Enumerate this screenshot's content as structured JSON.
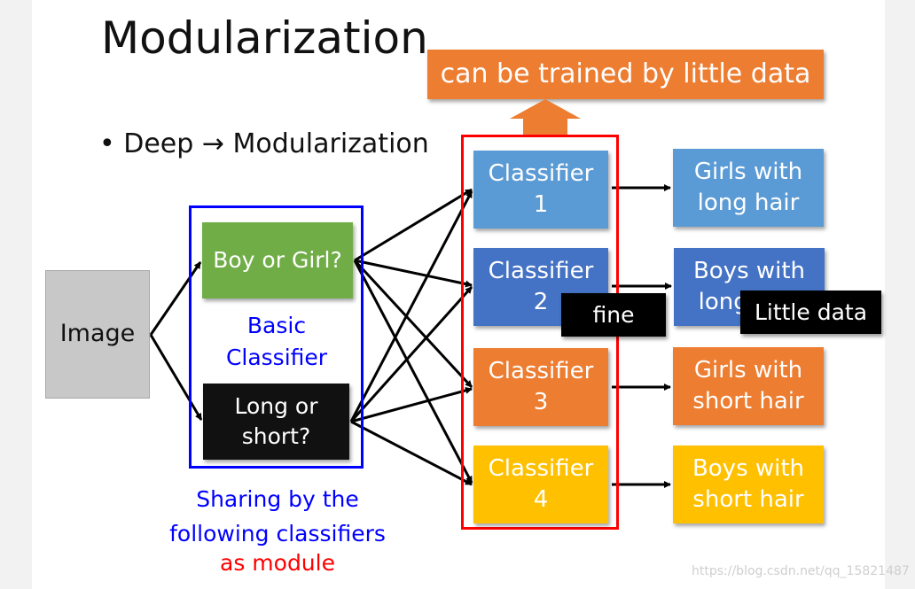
{
  "title": "Modularization",
  "bullet": "• Deep → Modularization",
  "banner": "can be trained by little data",
  "image_box": "Image",
  "basic_classifiers": [
    {
      "label": "Boy or Girl?",
      "color": "#70ad47"
    },
    {
      "label": "Long or short?",
      "color": "#111111"
    }
  ],
  "basic_caption": "Basic Classifier",
  "sharing_caption": "Sharing by the following classifiers",
  "module_caption": "as module",
  "classifiers": [
    {
      "label": "Classifier 1",
      "color": "#5b9bd5"
    },
    {
      "label": "Classifier 2",
      "color": "#4472c4"
    },
    {
      "label": "Classifier 3",
      "color": "#ed7d31"
    },
    {
      "label": "Classifier 4",
      "color": "#ffc000"
    }
  ],
  "outputs": [
    {
      "label": "Girls with long hair",
      "color": "#5b9bd5"
    },
    {
      "label": "Boys with long hair",
      "color": "#4472c4"
    },
    {
      "label": "Girls with short hair",
      "color": "#ed7d31"
    },
    {
      "label": "Boys with short hair",
      "color": "#ffc000"
    }
  ],
  "tags": {
    "fine": "fine",
    "little_data": "Little data"
  },
  "watermark": "https://blog.csdn.net/qq_15821487",
  "colors": {
    "frame_blue": "#0000ff",
    "frame_red": "#ff0000",
    "banner": "#ed7d31"
  }
}
